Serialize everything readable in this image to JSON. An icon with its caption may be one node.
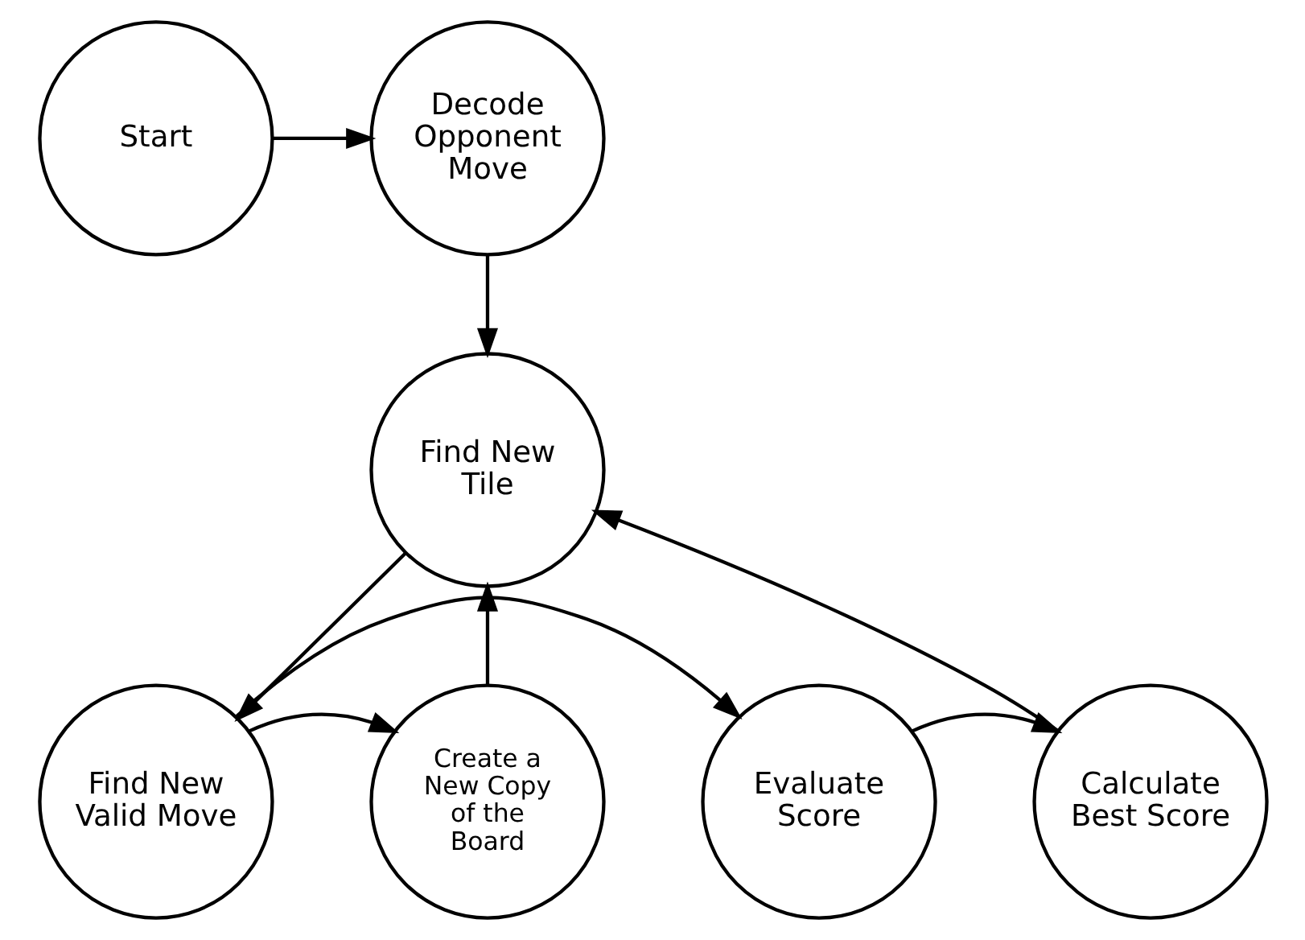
{
  "diagram": {
    "nodes": [
      {
        "text": [
          "Start"
        ]
      },
      {
        "text": [
          "Decode Opponent Move"
        ]
      },
      {
        "text": [
          "Find New Tile"
        ]
      },
      {
        "text": [
          "Calculate Best Score"
        ]
      },
      {
        "text": [
          "Evaluate Score"
        ]
      },
      {
        "text": [
          "Find New Valid Move"
        ]
      },
      {
        "text": [
          "Create a New Copy of the Board"
        ]
      }
    ],
    "edges": [
      {
        "from": 0,
        "to": 1,
        "arrow": "to"
      },
      {
        "from": 1,
        "to": 2,
        "arrow": "to"
      },
      {
        "from": 2,
        "to": 5,
        "arrow": "to"
      },
      {
        "from": 5,
        "to": 4,
        "arrow": "to"
      },
      {
        "from": 4,
        "to": 3,
        "arrow": "to"
      },
      {
        "from": 5,
        "to": 6,
        "arrow": "to"
      },
      {
        "from": 3,
        "to": 2,
        "arrow": "to"
      },
      {
        "from": 6,
        "to": 2,
        "arrow": "to"
      }
    ]
  }
}
